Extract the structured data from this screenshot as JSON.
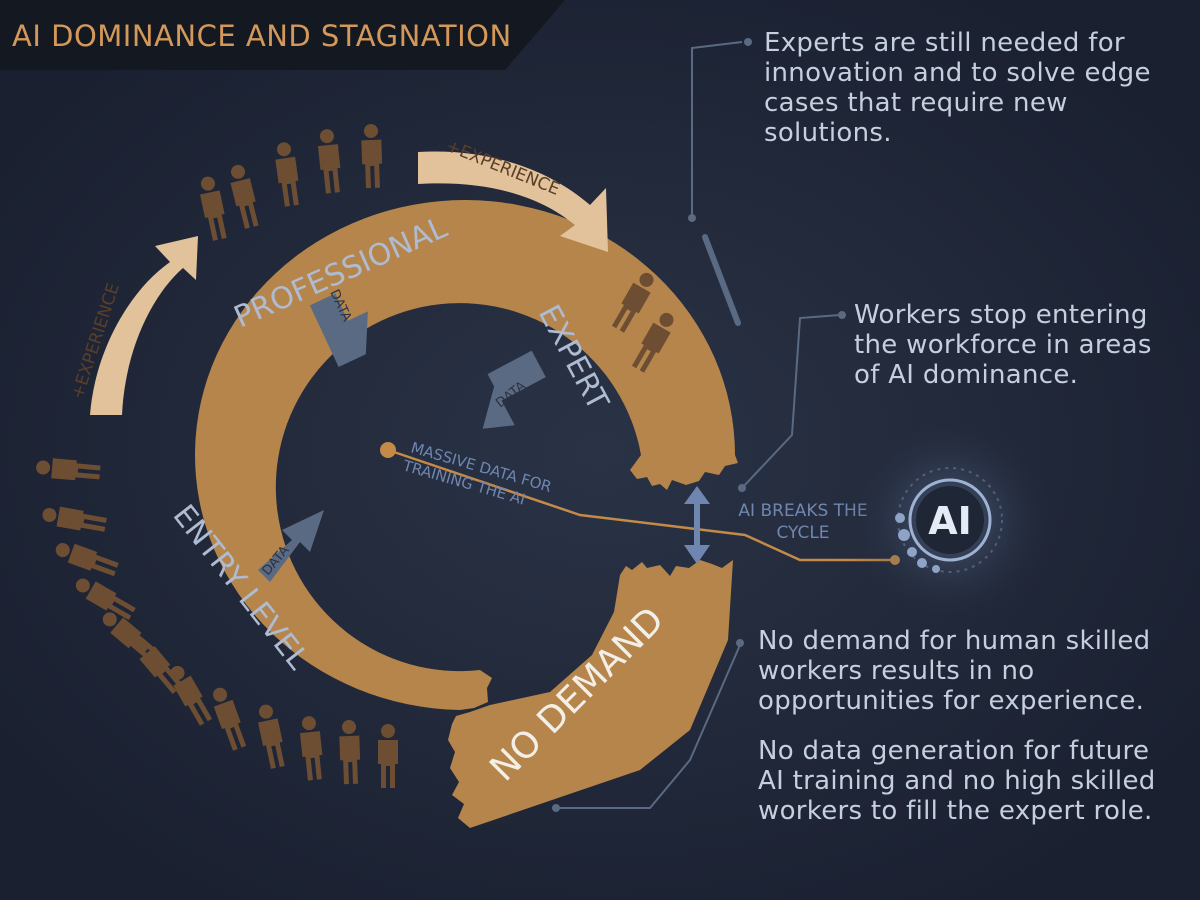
{
  "title": "AI DOMINANCE AND STAGNATION",
  "cycle": {
    "experience_left": "+EXPERIENCE",
    "experience_top": "+EXPERIENCE",
    "stage_professional": "PROFESSIONAL",
    "stage_expert": "EXPERT",
    "stage_entry": "ENTRY LEVEL",
    "data_label": "DATA",
    "no_demand": "NO DEMAND",
    "center_line1": "MASSIVE DATA FOR",
    "center_line2": "TRAINING THE AI",
    "break_line1": "AI BREAKS THE",
    "break_line2": "CYCLE",
    "ai_badge": "AI"
  },
  "notes": {
    "experts": "Experts are still needed for innovation and to solve edge cases that require new solutions.",
    "workers": "Workers stop entering the workforce in areas of AI dominance.",
    "demand": "No demand for human skilled workers results in no opportunities for experience.",
    "data": "No data generation for future AI training and no high skilled workers to fill the expert role."
  },
  "colors": {
    "background": "#1c2230",
    "ring": "#b5854b",
    "arrow_light": "#e2c29b",
    "people": "#6d4e33",
    "slate": "#5a6a82",
    "text_light": "#c5cfdd",
    "title": "#d4995a"
  }
}
